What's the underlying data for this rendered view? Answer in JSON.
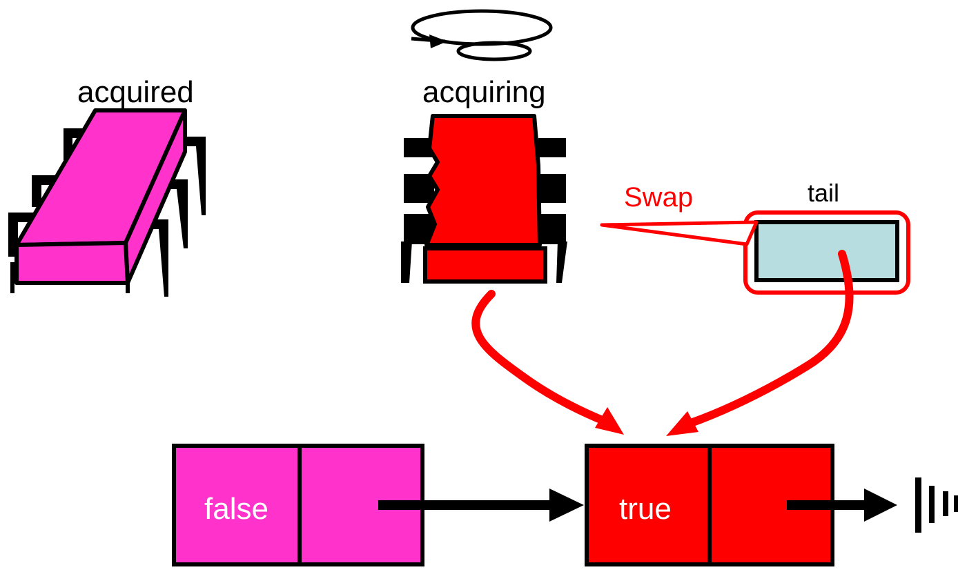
{
  "labels": {
    "acquired": "acquired",
    "acquiring": "acquiring",
    "swap": "Swap",
    "tail": "tail"
  },
  "nodes": [
    {
      "value": "false",
      "color": "#ff33cc"
    },
    {
      "value": "true",
      "color": "#ff0000"
    }
  ],
  "colors": {
    "acquired_node": "#ff33cc",
    "acquiring_node": "#ff0000",
    "tail_field": "#b8dde0",
    "swap_highlight": "#ff0000",
    "outline": "#000000"
  }
}
